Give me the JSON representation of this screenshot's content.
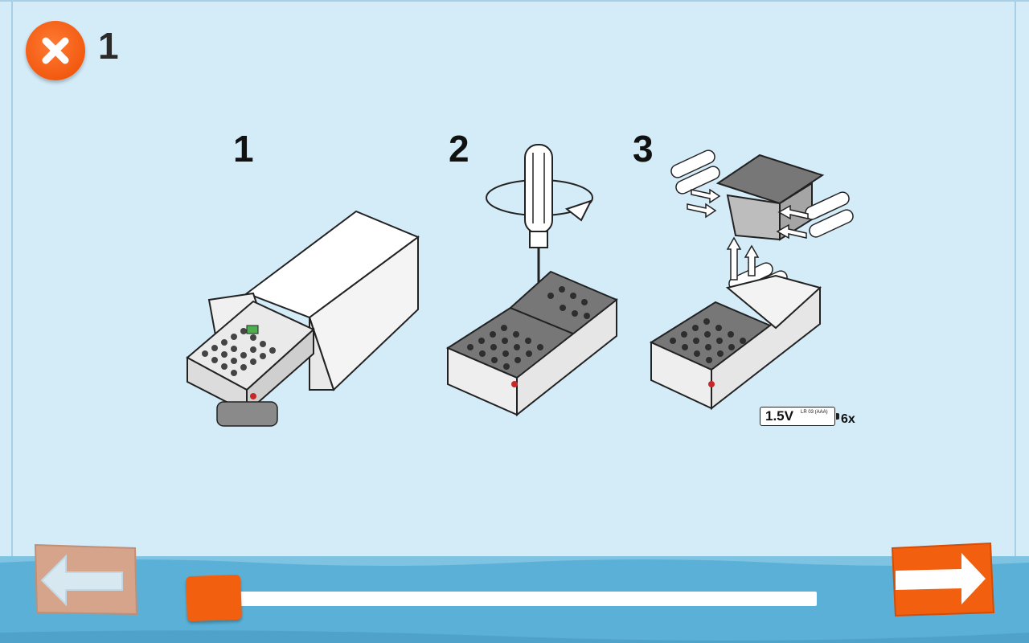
{
  "header": {
    "page_number": "1",
    "close_icon": "close-x-icon"
  },
  "steps": [
    {
      "number": "1"
    },
    {
      "number": "2"
    },
    {
      "number": "3"
    }
  ],
  "battery": {
    "voltage": "1.5V",
    "type": "LR 03 (AAA)",
    "count": "6x"
  },
  "navigation": {
    "back_icon": "arrow-left-icon",
    "next_icon": "arrow-right-icon",
    "progress": 0.0
  },
  "colors": {
    "background": "#d4ebf8",
    "accent": "#f25f0f",
    "bar": "#5ab0d6",
    "back_disabled": "#d6a48a"
  }
}
